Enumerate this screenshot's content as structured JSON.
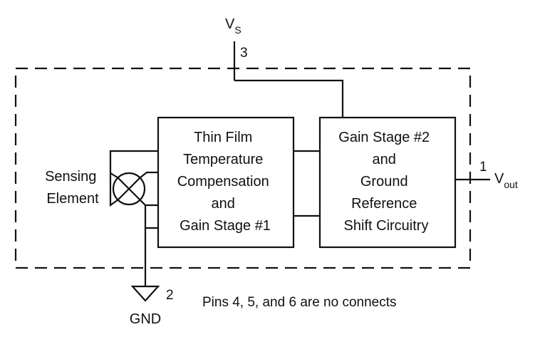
{
  "supply": {
    "label": "V",
    "label_sub": "S",
    "pin": "3"
  },
  "ground": {
    "label": "GND",
    "pin": "2"
  },
  "output": {
    "label": "V",
    "label_sub": "out",
    "pin": "1"
  },
  "sensing_element": {
    "lines": [
      "Sensing",
      "Element"
    ]
  },
  "block1": {
    "lines": [
      "Thin Film",
      "Temperature",
      "Compensation",
      "and",
      "Gain Stage #1"
    ]
  },
  "block2": {
    "lines": [
      "Gain Stage #2",
      "and",
      "Ground",
      "Reference",
      "Shift Circuitry"
    ]
  },
  "note": "Pins 4, 5, and 6 are no connects"
}
